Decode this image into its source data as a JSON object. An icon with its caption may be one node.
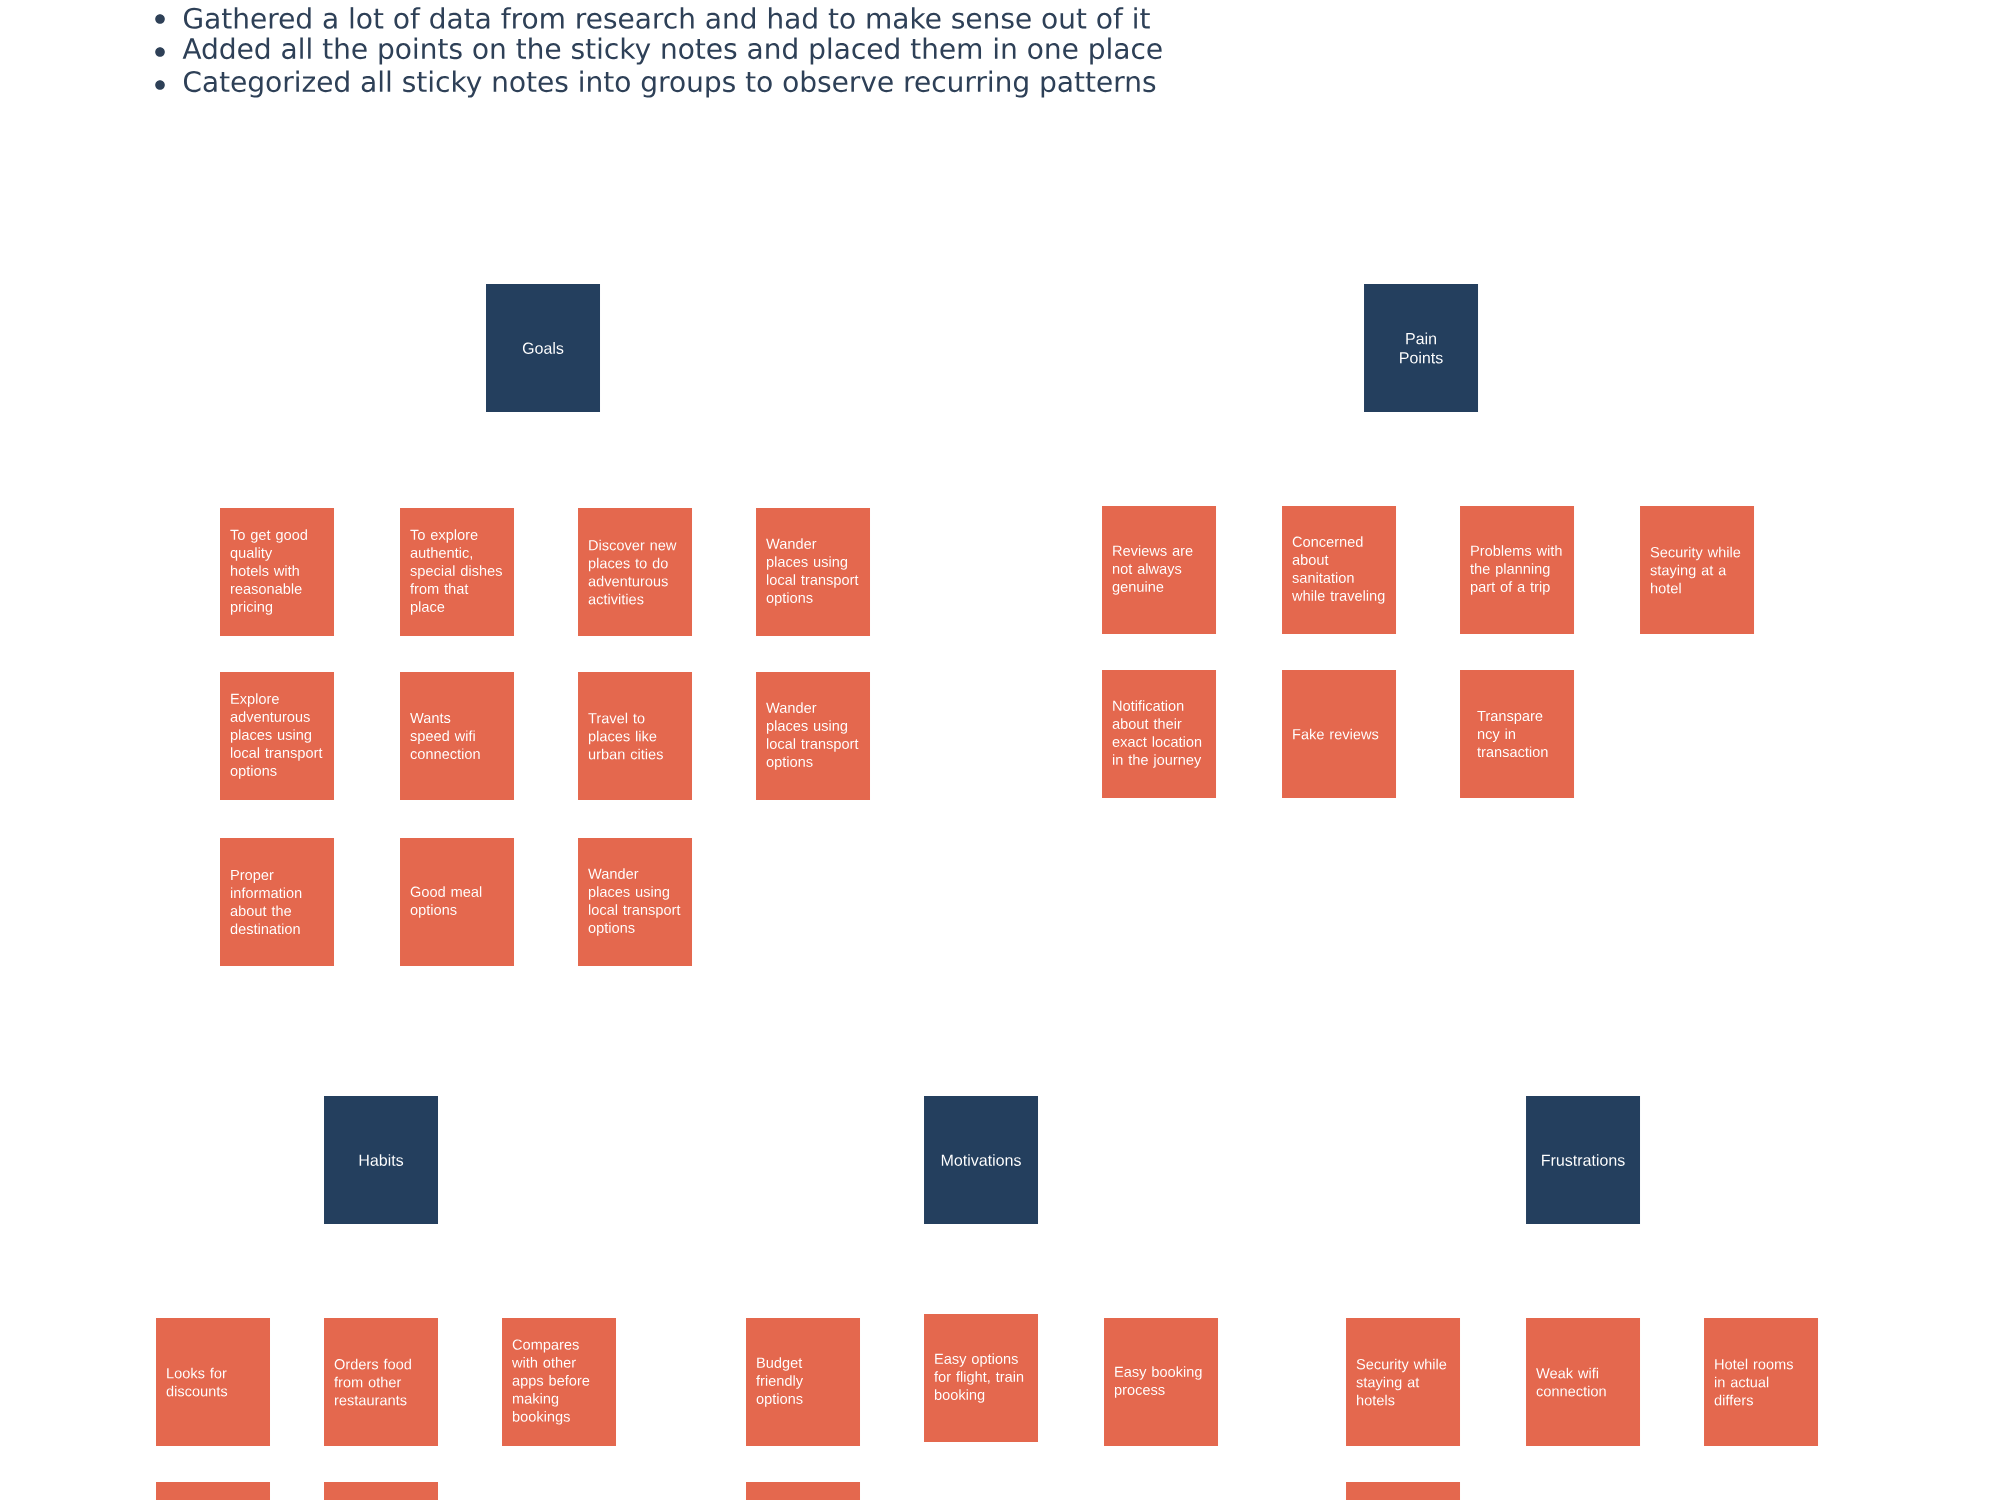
{
  "diagram": {
    "nodes": [
      {
        "text": [
          "Goals"
        ]
      },
      {
        "text": [
          "To get good quality hotels with reasonable pricing"
        ]
      },
      {
        "text": [
          "To explore authentic, special dishes from that place"
        ]
      },
      {
        "text": [
          "Discover new places to do adventurous activities"
        ]
      },
      {
        "text": [
          "Wander places using local transport options"
        ]
      },
      {
        "text": [
          "Explore adventurous places using local transport options"
        ]
      },
      {
        "text": [
          "Wants speed wifi connection"
        ]
      },
      {
        "text": [
          "Travel to places like urban cities"
        ]
      },
      {
        "text": [
          "Wander places using local transport options"
        ]
      },
      {
        "text": [
          "Proper information about the destination"
        ]
      },
      {
        "text": [
          "Good meal options"
        ]
      },
      {
        "text": [
          "Wander places using local transport options"
        ]
      },
      {
        "text": [
          "Pain Points"
        ]
      },
      {
        "text": [
          "Reviews are not always genuine"
        ]
      },
      {
        "text": [
          "Concerned about sanitation while traveling"
        ]
      },
      {
        "text": [
          "Problems with the planning part of a trip"
        ]
      },
      {
        "text": [
          "Security while staying at a hotel"
        ]
      },
      {
        "text": [
          "Notification about their exact location in the journey"
        ]
      },
      {
        "text": [
          "Fake reviews"
        ]
      },
      {
        "text": [
          "Transpare ncy in transaction"
        ]
      },
      {
        "text": [
          "Habits"
        ]
      },
      {
        "text": [
          "Looks for discounts"
        ]
      },
      {
        "text": [
          "Orders food from other restaurants"
        ]
      },
      {
        "text": [
          "Compares with other apps before making bookings"
        ]
      },
      {
        "text": [],
        "shape": "box"
      },
      {
        "text": [],
        "shape": "box"
      },
      {
        "text": [
          "Motivations"
        ]
      },
      {
        "text": [
          "Budget friendly options"
        ]
      },
      {
        "text": [
          "Easy options for flight, train booking"
        ]
      },
      {
        "text": [
          "Easy booking process"
        ]
      },
      {
        "text": [],
        "shape": "box"
      },
      {
        "text": [
          "Frustrations"
        ]
      },
      {
        "text": [
          "Security while staying at hotels"
        ]
      },
      {
        "text": [
          "Weak wifi connection"
        ]
      },
      {
        "text": [
          "Hotel rooms in actual differs"
        ]
      },
      {
        "text": [],
        "shape": "box"
      }
    ],
    "labels": [
      "Gathered a lot of data from research and had to make sense out of it",
      "Added all the points on the sticky notes and placed them in one place",
      "Categorized all sticky notes into groups to observe recurring patterns"
    ]
  }
}
